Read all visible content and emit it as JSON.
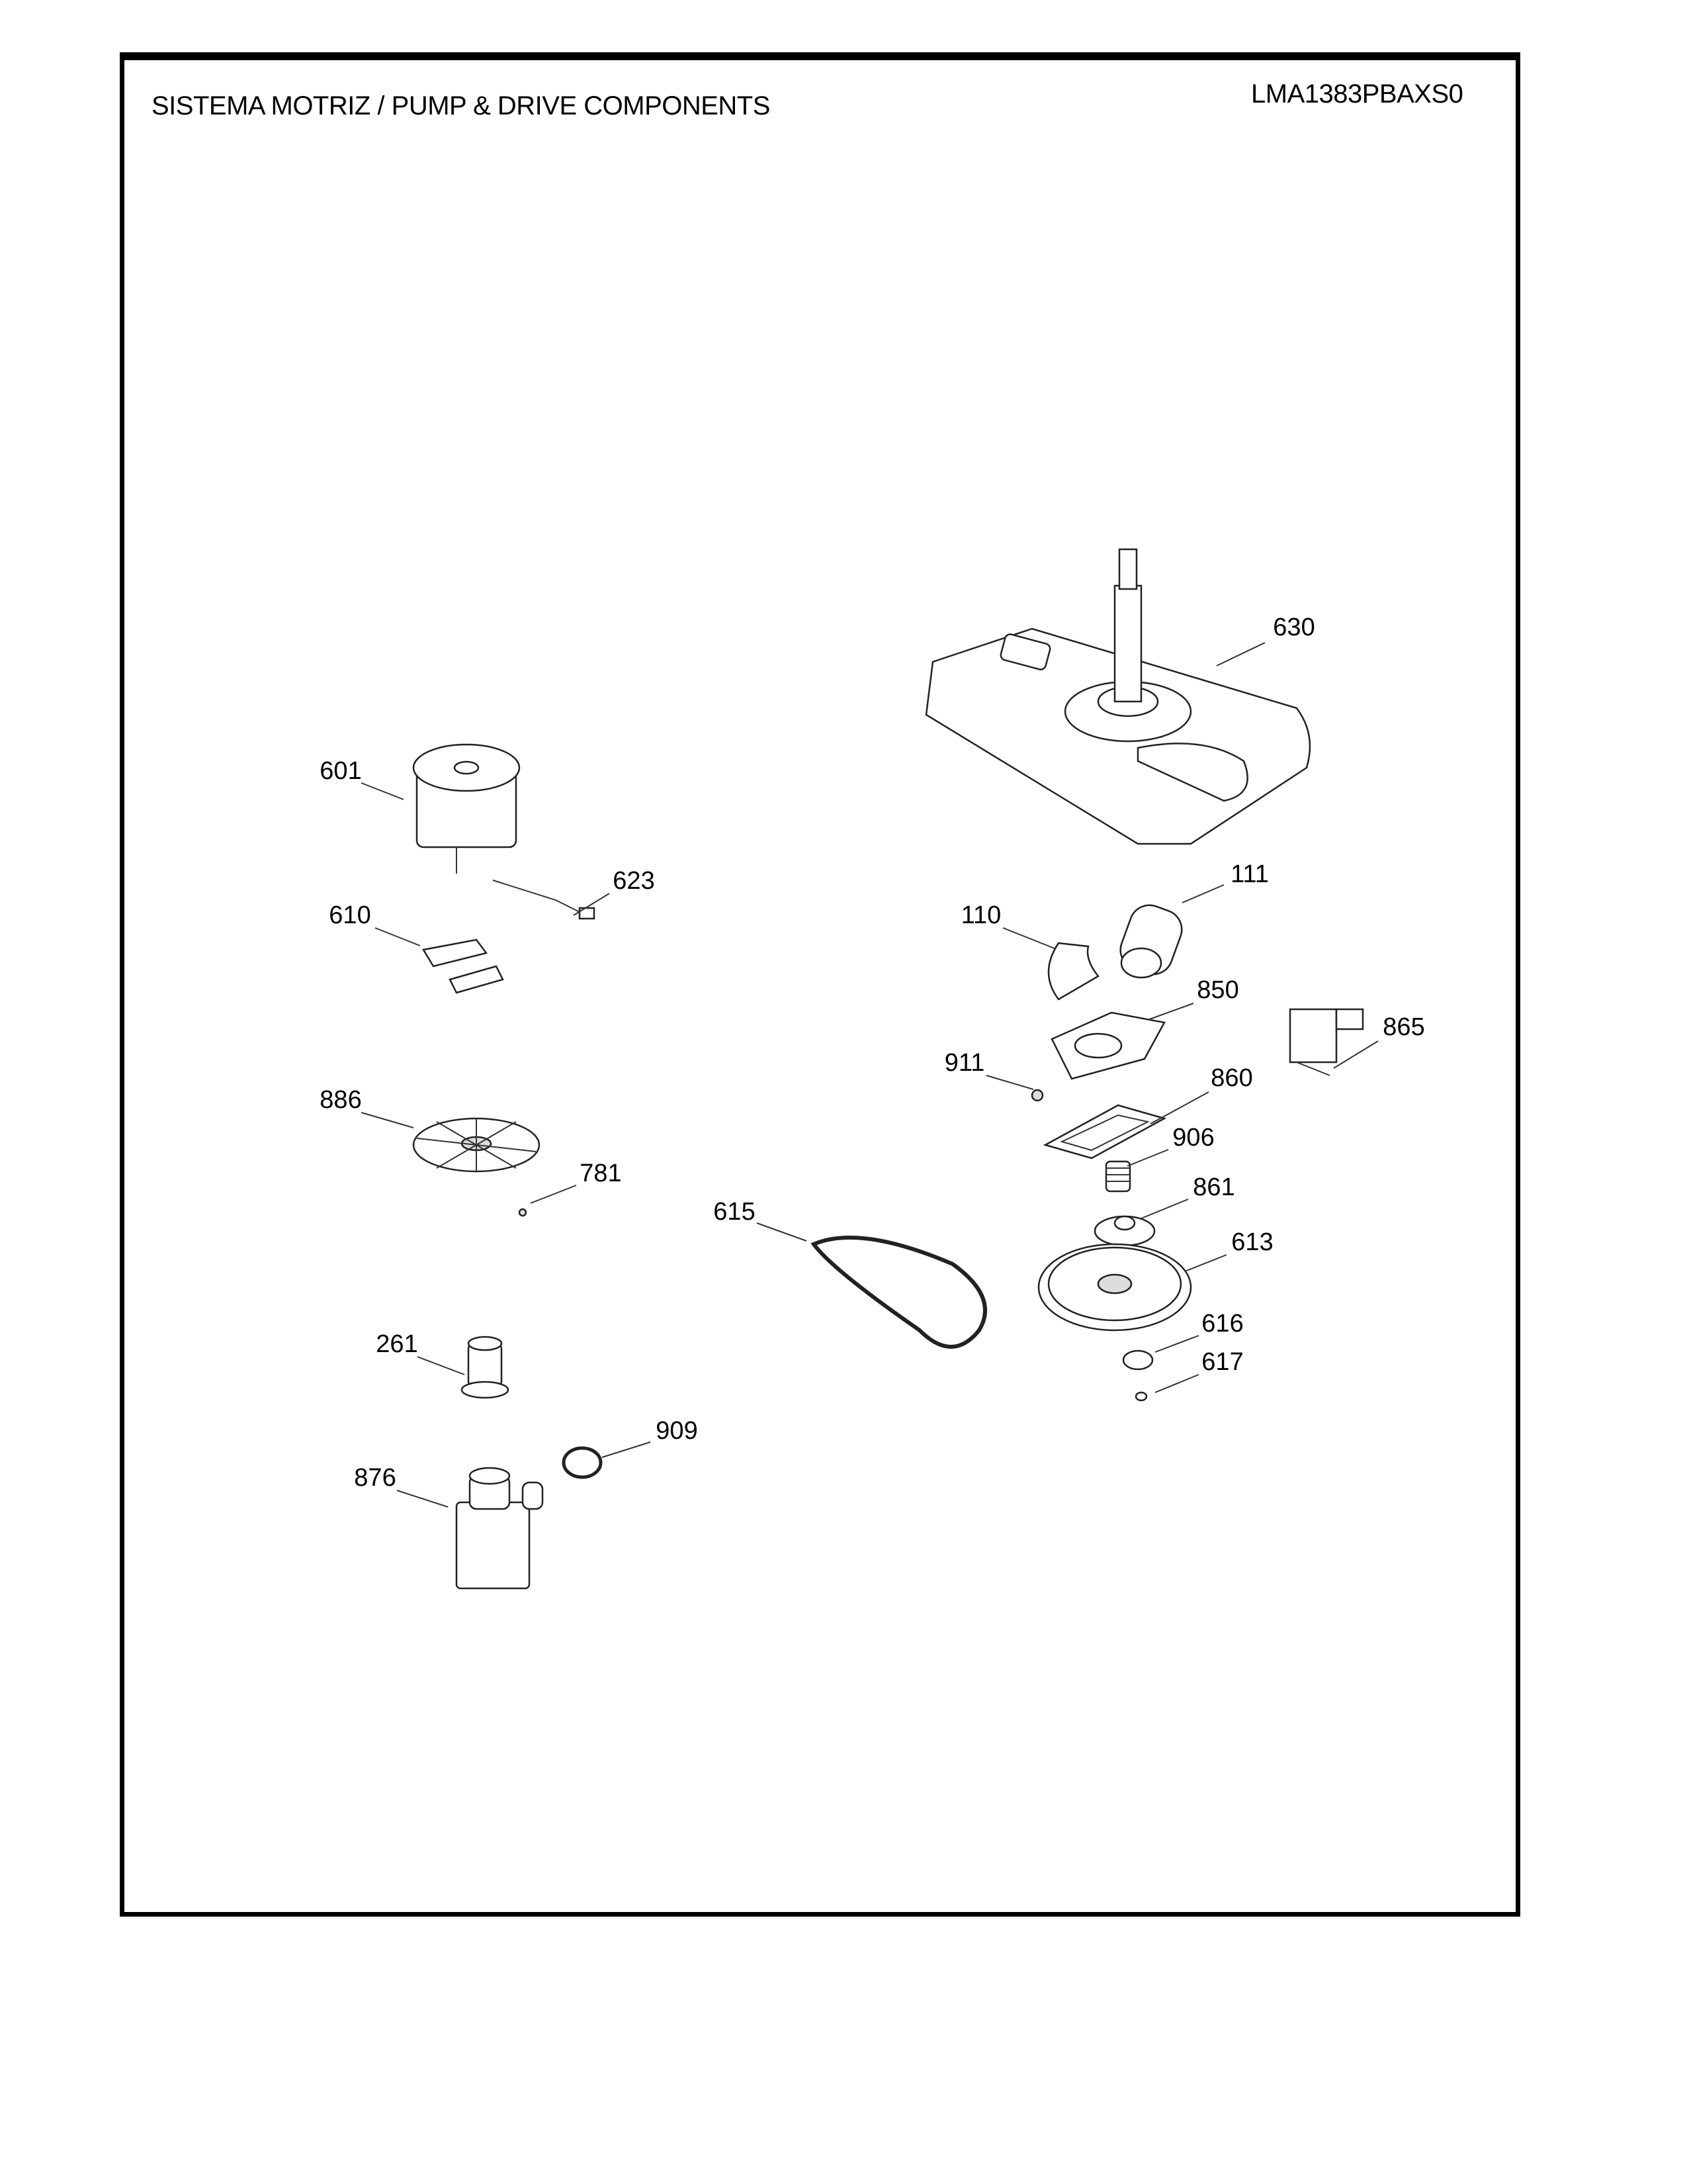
{
  "header": {
    "title": "SISTEMA MOTRIZ / PUMP  &  DRIVE COMPONENTS",
    "model": "LMA1383PBAXS0"
  },
  "parts": {
    "p630": "630",
    "p601": "601",
    "p623": "623",
    "p610": "610",
    "p111": "111",
    "p110": "110",
    "p850": "850",
    "p865": "865",
    "p911": "911",
    "p860": "860",
    "p886": "886",
    "p906": "906",
    "p781": "781",
    "p861": "861",
    "p615": "615",
    "p613": "613",
    "p616": "616",
    "p261": "261",
    "p617": "617",
    "p909": "909",
    "p876": "876"
  }
}
